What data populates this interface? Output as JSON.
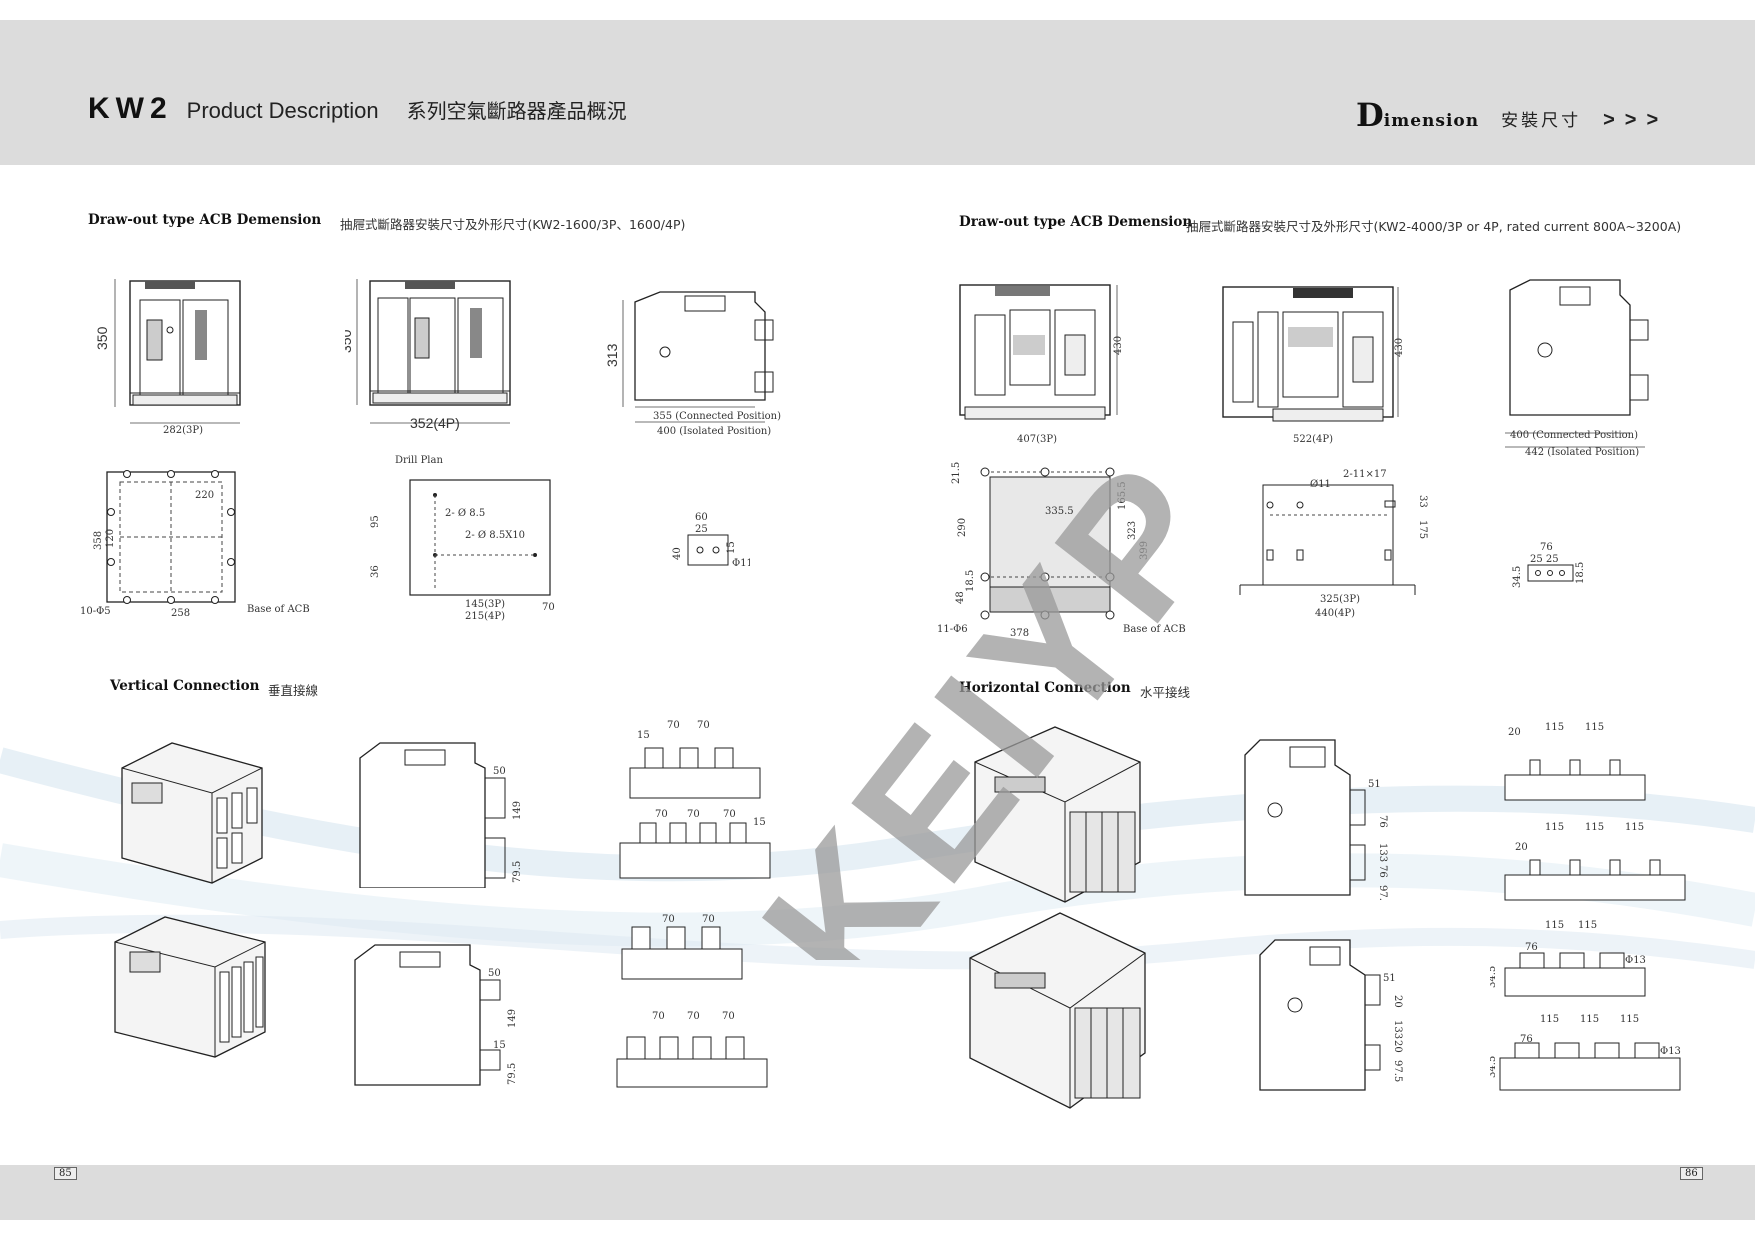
{
  "header": {
    "brand": "KW2",
    "product": "Product Description",
    "product_cn": "系列空氣斷路器產品概況",
    "dim_initial": "D",
    "dim_rest": "imension",
    "dim_cn": "安裝尺寸",
    "arrows": ">>>"
  },
  "sections": {
    "left_top": {
      "title": "Draw-out type ACB Demension",
      "subtitle": "抽屜式斷路器安裝尺寸及外形尺寸(KW2-1600/3P、1600/4P)"
    },
    "right_top": {
      "title": "Draw-out type ACB Demension",
      "subtitle": "抽屜式斷路器安裝尺寸及外形尺寸(KW2-4000/3P or 4P, rated current 800A~3200A)"
    },
    "left_bottom": {
      "title": "Vertical Connection",
      "subtitle": "垂直接線"
    },
    "right_bottom": {
      "title": "Horizontal Connection",
      "subtitle": "水平接线"
    }
  },
  "dims": {
    "h350": "350",
    "w282": "282(3P)",
    "w352": "352(4P)",
    "h313": "313",
    "conn355": "355 (Connected Position)",
    "iso400": "400 (Isolated Position)",
    "drill_plan": "Drill Plan",
    "d220": "220",
    "d358": "358",
    "d120": "120",
    "d258": "258",
    "d10phi5": "10-Φ5",
    "base_acb": "Base of ACB",
    "d95": "95",
    "d36": "36",
    "hole85": "2- Ø 8.5",
    "hole8510": "2- Ø 8.5X10",
    "d145": "145(3P)",
    "d215": "215(4P)",
    "d70": "70",
    "d60": "60",
    "d25": "25",
    "d40": "40",
    "d15": "15",
    "phi11": "Φ11",
    "w407": "407(3P)",
    "w522": "522(4P)",
    "h430": "430",
    "conn400": "400 (Connected Position)",
    "iso442": "442 (Isolated Position)",
    "d21_5": "21.5",
    "d335_5": "335.5",
    "d165_5": "165.5",
    "d290": "290",
    "d323": "323",
    "d399": "399",
    "d48": "48",
    "d18_5": "18.5",
    "d378": "378",
    "d11phi6": "11-Φ6",
    "phi11b": "Ø11",
    "d2x11x17": "2-11×17",
    "d33": "33",
    "d175": "175",
    "d325": "325(3P)",
    "d440": "440(4P)",
    "d76": "76",
    "d25_25": "25 25",
    "d34_5": "34.5",
    "d18_5b": "18.5",
    "d50": "50",
    "d149": "149",
    "d79_5": "79.5",
    "d115": "115",
    "d20": "20",
    "d51": "51",
    "d133": "133",
    "d97_5": "97.5",
    "phi13": "Φ13"
  },
  "watermark": "KEIYP",
  "pages": {
    "left": "85",
    "right": "86"
  }
}
